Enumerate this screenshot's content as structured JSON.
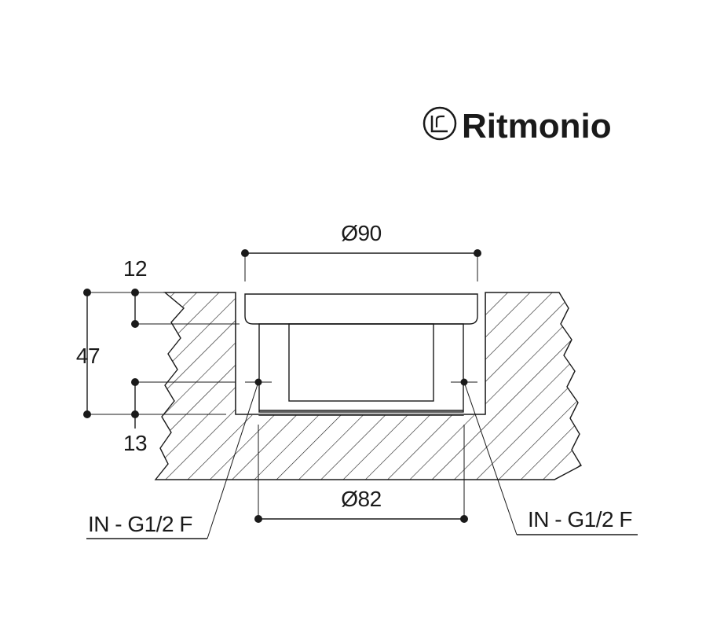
{
  "brand": {
    "name": "Ritmonio",
    "logo_icon": "ritmonio-logo-icon",
    "color": "#1a1a1a"
  },
  "dimensions": {
    "top_diameter": "Ø90",
    "bottom_diameter": "Ø82",
    "depth_total": "47",
    "top_offset": "12",
    "bottom_offset": "13"
  },
  "callouts": {
    "left_inlet": "IN - G1/2 F",
    "right_inlet": "IN - G1/2 F"
  }
}
